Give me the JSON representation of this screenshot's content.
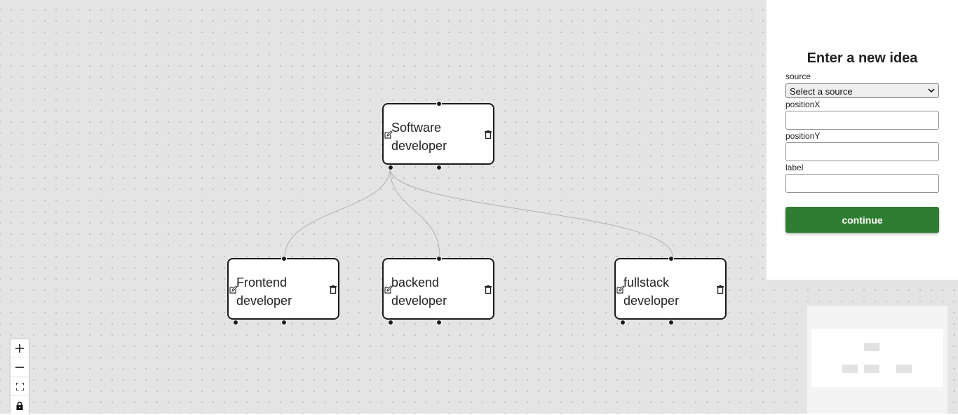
{
  "nodes": [
    {
      "id": "software",
      "label": "Software developer"
    },
    {
      "id": "frontend",
      "label": "Frontend developer"
    },
    {
      "id": "backend",
      "label": "backend developer"
    },
    {
      "id": "fullstack",
      "label": "fullstack developer"
    }
  ],
  "form": {
    "title": "Enter a new idea",
    "source_label": "source",
    "source_selected": "Select a source",
    "positionX_label": "positionX",
    "positionX_value": "",
    "positionY_label": "positionY",
    "positionY_value": "",
    "label_label": "label",
    "label_value": "",
    "continue_label": "continue"
  },
  "controls": [
    {
      "name": "zoom-in",
      "icon": "plus-icon"
    },
    {
      "name": "zoom-out",
      "icon": "minus-icon"
    },
    {
      "name": "fit-view",
      "icon": "fit-view-icon"
    },
    {
      "name": "lock",
      "icon": "lock-icon"
    }
  ],
  "colors": {
    "accent_button": "#2e7d32",
    "canvas_background": "#e4e4e4",
    "node_border": "#1a1a1a",
    "edge": "#b1b1b7"
  }
}
